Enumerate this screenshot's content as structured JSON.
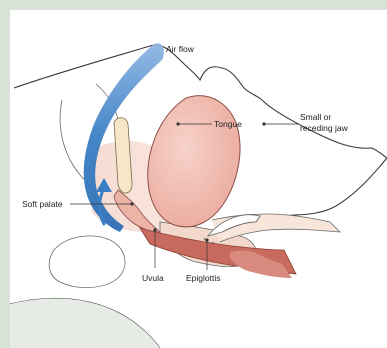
{
  "labels": {
    "air_flow": "Air flow",
    "tongue": "Tongue",
    "small_jaw_line1": "Small or",
    "small_jaw_line2": "receding jaw",
    "soft_palate": "Soft palate",
    "uvula": "Uvula",
    "epiglottis": "Epiglottis"
  },
  "colors": {
    "background_frame": "#d9e2d7",
    "panel": "#ffffff",
    "outline": "#3a3a3a",
    "airflow_blue": "#3a7fc4",
    "tongue_pink": "#f1bcb1",
    "airway_red": "#c86a5e",
    "soft_tissue": "#f3d2c8",
    "bone_cream": "#f5e7c7"
  }
}
